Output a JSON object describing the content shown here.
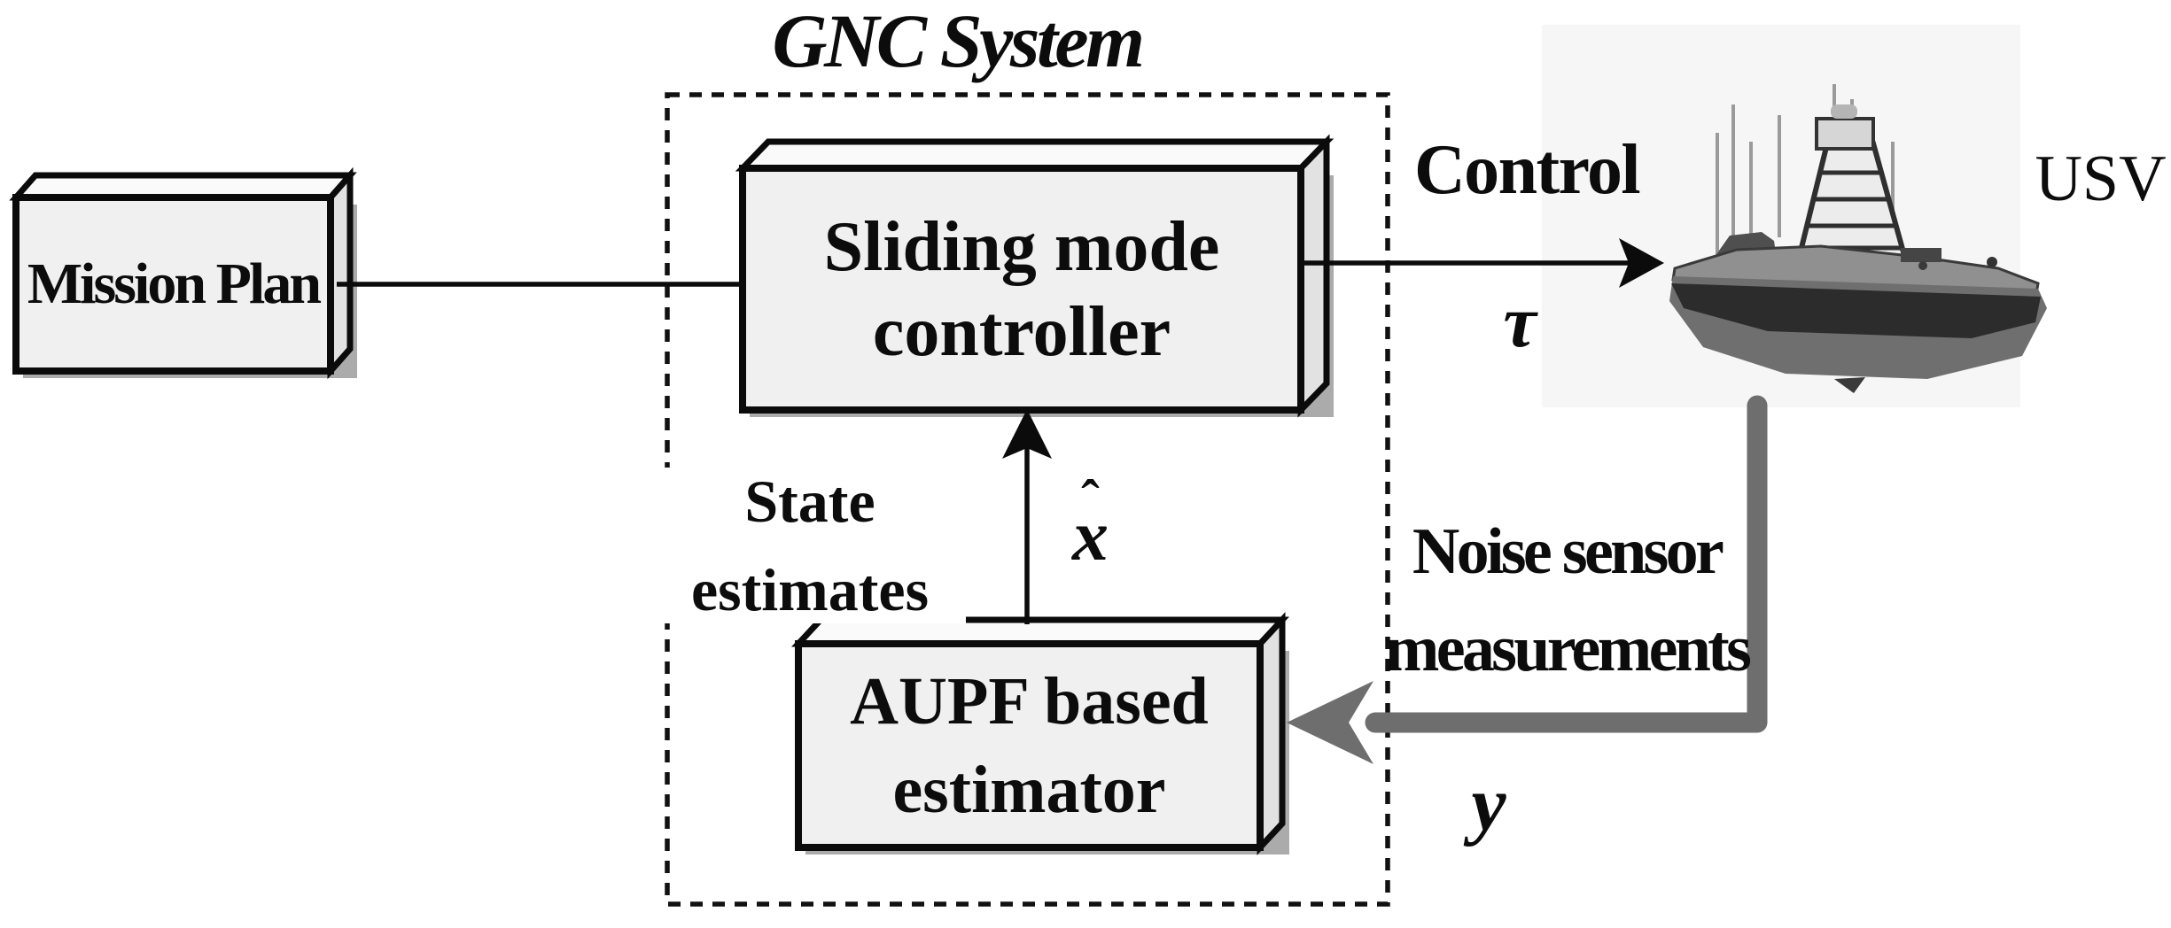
{
  "figure": {
    "title": "GNC System",
    "boxes": {
      "mission": {
        "label": "Mission Plan"
      },
      "controller": {
        "line1": "Sliding mode",
        "line2": "controller"
      },
      "estimator": {
        "line1": "AUPF based",
        "line2": "estimator"
      }
    },
    "signals": {
      "control": {
        "label": "Control",
        "symbol": "τ"
      },
      "state_estimates": {
        "line1": "State",
        "line2": "estimates",
        "symbol_base": "x",
        "symbol_hat": "ˆ"
      },
      "measurements": {
        "line1": "Noise sensor",
        "line2": "measurements",
        "symbol": "y"
      }
    },
    "plant": {
      "label": "USV"
    },
    "colors": {
      "box_front": "#f0f0f0",
      "box_top": "#fafafa",
      "box_side": "#e2e2e2",
      "outline": "#0b0b0b",
      "feedback_gray": "#6e6e6e",
      "boat_bg": "#f6f6f6"
    }
  }
}
